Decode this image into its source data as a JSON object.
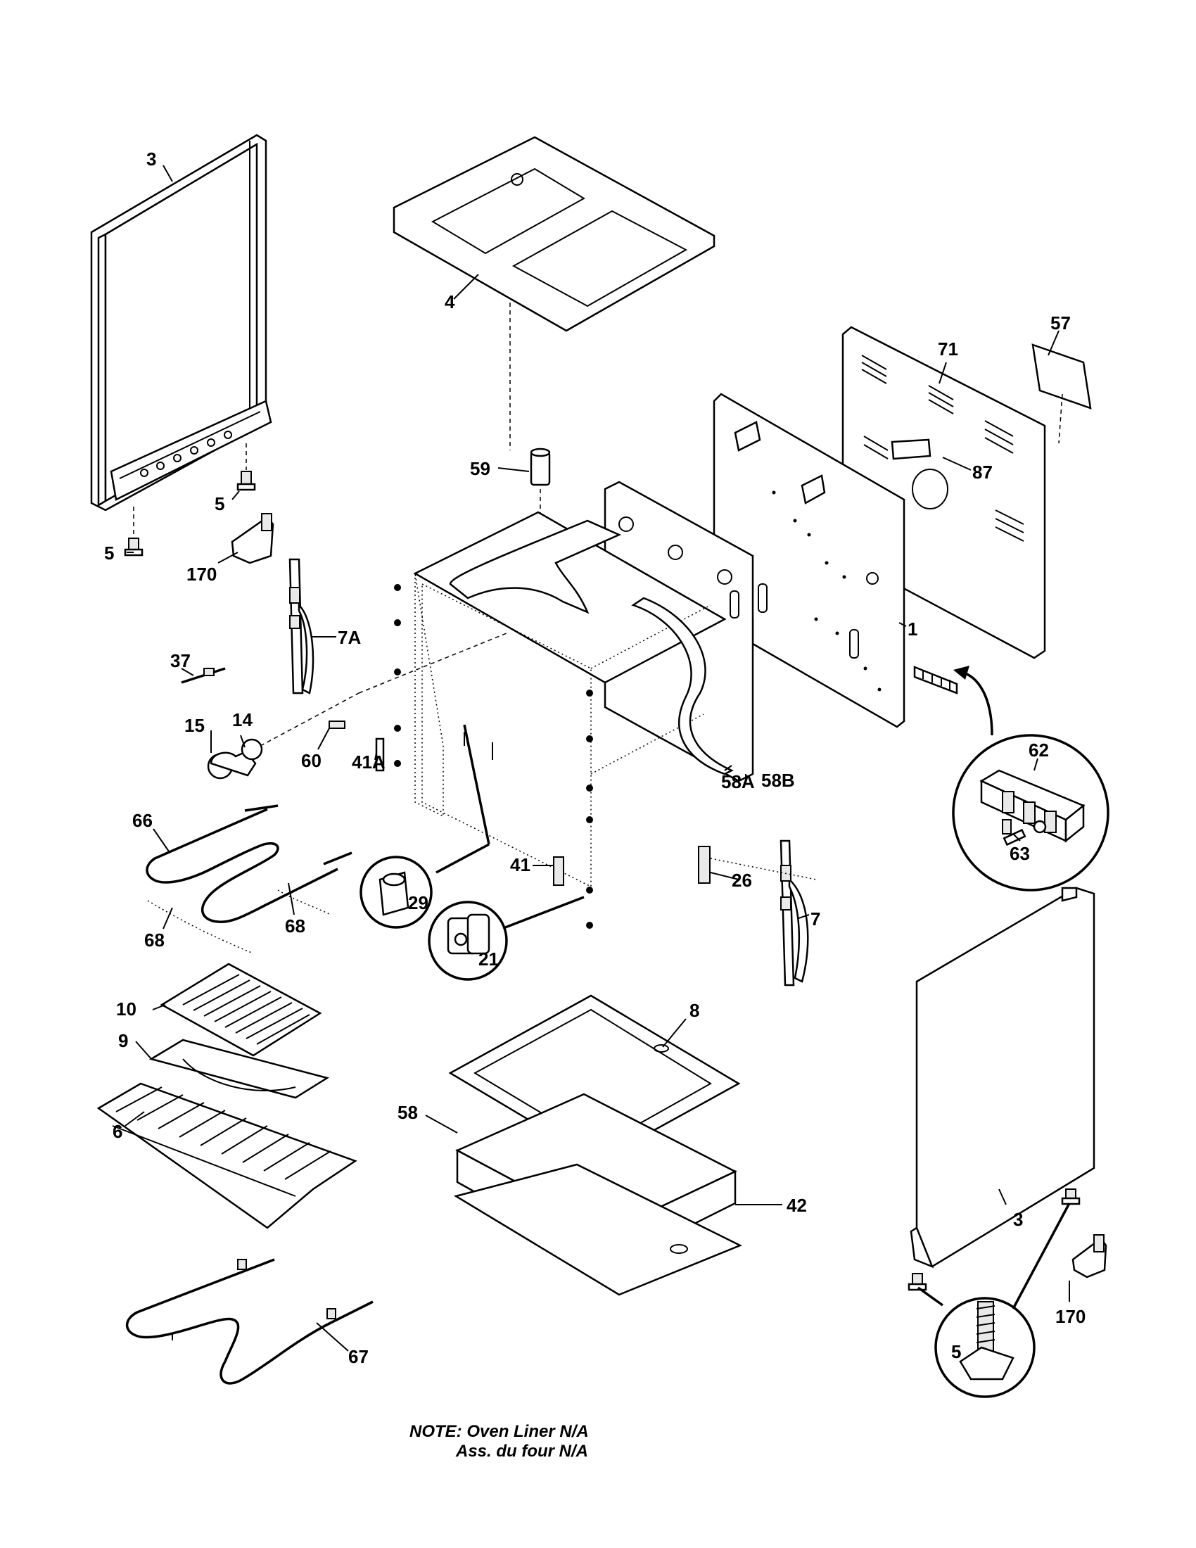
{
  "callouts": {
    "c3a": "3",
    "c4": "4",
    "c57": "57",
    "c71": "71",
    "c87": "87",
    "c59": "59",
    "c5a": "5",
    "c5b": "5",
    "c170a": "170",
    "c7a": "7A",
    "c1": "1",
    "c37": "37",
    "c14": "14",
    "c15": "15",
    "c60": "60",
    "c41a": "41A",
    "c58a": "58A",
    "c58b": "58B",
    "c62": "62",
    "c63": "63",
    "c66": "66",
    "c68a": "68",
    "c68b": "68",
    "c29": "29",
    "c41": "41",
    "c26": "26",
    "c21": "21",
    "c7": "7",
    "c10": "10",
    "c9": "9",
    "c6": "6",
    "c8": "8",
    "c58": "58",
    "c42": "42",
    "c3b": "3",
    "c170b": "170",
    "c5c": "5",
    "c67": "67"
  },
  "note": {
    "line1": "NOTE: Oven Liner N/A",
    "line2": "Ass. du four N/A"
  }
}
